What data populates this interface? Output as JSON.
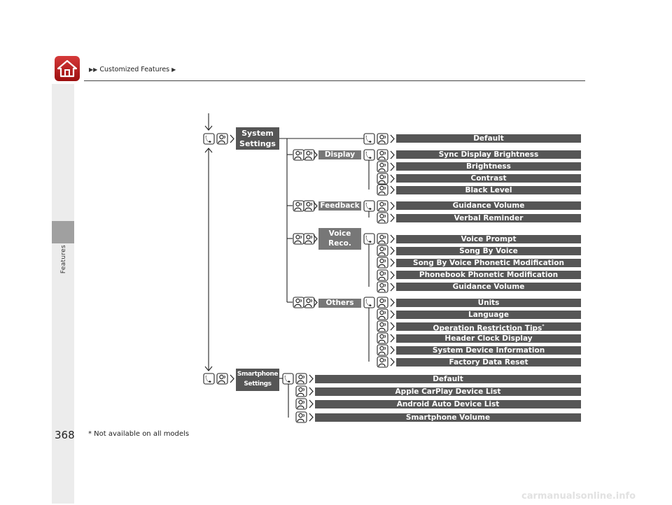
{
  "header": {
    "breadcrumb_prefix": "▶▶",
    "breadcrumb_title": "Customized Features",
    "breadcrumb_suffix": "▶"
  },
  "side_tab": {
    "label": "Features"
  },
  "page_number": "368",
  "footnote": "* Not available on all models",
  "watermark": "carmanualsonline.info",
  "tree": {
    "system_settings": {
      "label_line1": "System",
      "label_line2": "Settings"
    },
    "default_item": "Default",
    "display": {
      "label": "Display",
      "items": [
        "Sync Display Brightness",
        "Brightness",
        "Contrast",
        "Black Level"
      ]
    },
    "feedback": {
      "label": "Feedback",
      "items": [
        "Guidance Volume",
        "Verbal Reminder"
      ]
    },
    "voice_reco": {
      "label_line1": "Voice",
      "label_line2": "Reco.",
      "items": [
        "Voice Prompt",
        "Song By Voice",
        "Song By Voice Phonetic Modification",
        "Phonebook Phonetic Modification",
        "Guidance Volume"
      ]
    },
    "others": {
      "label": "Others",
      "items": [
        "Units",
        "Language",
        "Operation Restriction Tips",
        "Header Clock Display",
        "System Device Information",
        "Factory Data Reset"
      ],
      "footnote_marker": "*"
    },
    "smartphone_settings": {
      "label_line1": "Smartphone",
      "label_line2": "Settings",
      "items": [
        "Default",
        "Apple CarPlay Device List",
        "Android Auto Device List",
        "Smartphone Volume"
      ]
    }
  },
  "icons": {
    "home": "home-icon",
    "phone_voice": "phone-voice-icon",
    "voice": "voice-command-icon",
    "double_voice": "double-voice-icon",
    "arrow": "arrow-right-icon"
  },
  "colors": {
    "bar": "#565656",
    "category": "#777777",
    "home_button": "#c62828",
    "side_strip": "#ececec"
  }
}
